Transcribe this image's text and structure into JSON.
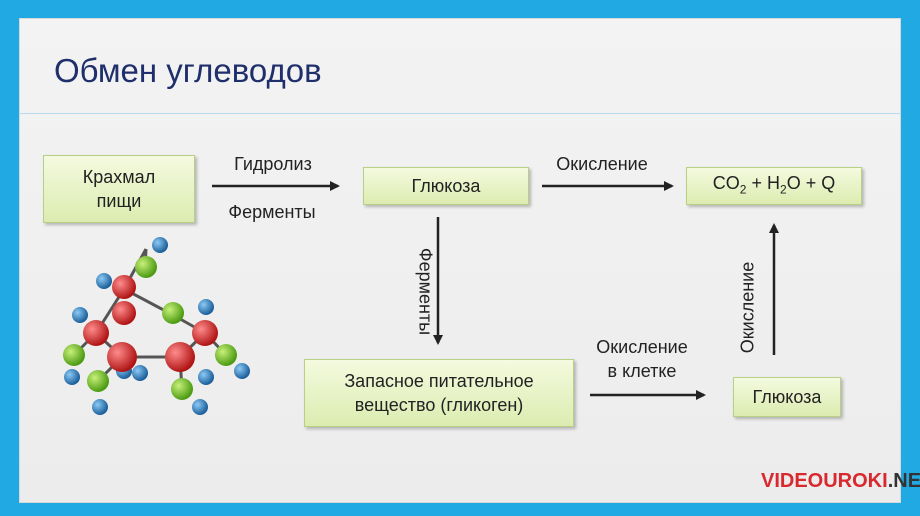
{
  "title": "Обмен углеводов",
  "boxes": {
    "starch": [
      "Крахмал",
      "пищи"
    ],
    "glucose_top": "Глюкоза",
    "products": {
      "co": "CO",
      "co_sub": "2",
      "mid": " + H",
      "h_sub": "2",
      "tail": "O + Q"
    },
    "glycogen": [
      "Запасное питательное",
      "вещество (гликоген)"
    ],
    "glucose_right": "Глюкоза"
  },
  "labels": {
    "hydrolysis": "Гидролиз",
    "enzymes_h": "Ферменты",
    "oxidation_top": "Окисление",
    "enzymes_v": "Ферменты",
    "oxidation_cell": [
      "Окисление",
      "в клетке"
    ],
    "oxidation_v": "Окисление"
  },
  "logo": {
    "part1": "VIDEOUROKI",
    "part2": ".NET"
  },
  "colors": {
    "frame": "#21a9e3",
    "title": "#1f2f6b",
    "box": "#e8f3c4",
    "carbon": "#cc2222",
    "oxygen": "#66bb22",
    "hydrogen": "#2a7fc1"
  }
}
